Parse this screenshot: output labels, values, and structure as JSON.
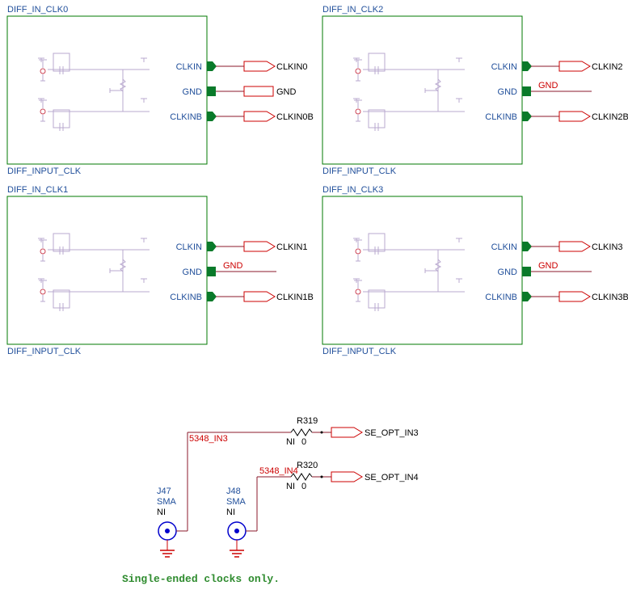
{
  "blocks": [
    {
      "instance": "DIFF_IN_CLK0",
      "type": "DIFF_INPUT_CLK",
      "pins": [
        "CLKIN",
        "GND",
        "CLKINB"
      ],
      "nets": [
        "CLKIN0",
        "GND",
        "CLKIN0B"
      ],
      "gnd_style": "port"
    },
    {
      "instance": "DIFF_IN_CLK2",
      "type": "DIFF_INPUT_CLK",
      "pins": [
        "CLKIN",
        "GND",
        "CLKINB"
      ],
      "nets": [
        "CLKIN2",
        "GND",
        "CLKIN2B"
      ],
      "gnd_style": "net"
    },
    {
      "instance": "DIFF_IN_CLK1",
      "type": "DIFF_INPUT_CLK",
      "pins": [
        "CLKIN",
        "GND",
        "CLKINB"
      ],
      "nets": [
        "CLKIN1",
        "GND",
        "CLKIN1B"
      ],
      "gnd_style": "net"
    },
    {
      "instance": "DIFF_IN_CLK3",
      "type": "DIFF_INPUT_CLK",
      "pins": [
        "CLKIN",
        "GND",
        "CLKINB"
      ],
      "nets": [
        "CLKIN3",
        "GND",
        "CLKIN3B"
      ],
      "gnd_style": "net"
    }
  ],
  "single_ended": {
    "connectors": [
      {
        "ref": "J47",
        "type": "SMA",
        "fit": "NI"
      },
      {
        "ref": "J48",
        "type": "SMA",
        "fit": "NI"
      }
    ],
    "resistors": [
      {
        "ref": "R319",
        "fit": "NI",
        "value": "0",
        "net": "5348_IN3",
        "out": "SE_OPT_IN3"
      },
      {
        "ref": "R320",
        "fit": "NI",
        "value": "0",
        "net": "5348_IN4",
        "out": "SE_OPT_IN4"
      }
    ],
    "note": "Single-ended clocks only."
  },
  "colors": {
    "block_border": "#007a00",
    "pin_fill": "#0a7a2a",
    "label_blue": "#1f4e9a",
    "wire": "#8b1a2b",
    "port": "#cc0000",
    "connector": "#0000cc",
    "ground": "#cc0000",
    "note": "#2e8b2e",
    "faint": "#b9a9cf"
  }
}
